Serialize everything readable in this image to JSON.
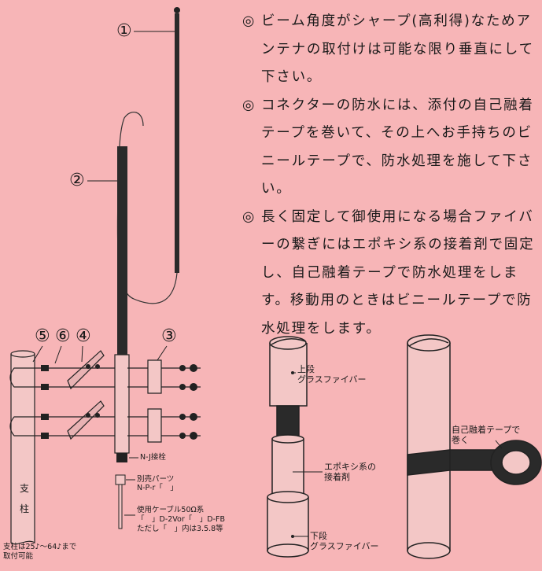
{
  "notes": [
    {
      "marker": "◎",
      "text": "ビーム角度がシャープ(高利得)なためアンテナの取付けは可能な限り垂直にして下さい。"
    },
    {
      "marker": "◎",
      "text": "コネクターの防水には、添付の自己融着テープを巻いて、その上へお手持ちのビニールテープで、防水処理を施して下さい。"
    },
    {
      "marker": "◎",
      "text": "長く固定して御使用になる場合ファイバーの繋ぎにはエポキシ系の接着剤で固定し、自己融着テープで防水処理をします。移動用のときはビニールテープで防水処理をします。"
    }
  ],
  "callouts": {
    "n1": "①",
    "n2": "②",
    "n3": "③",
    "n4": "④",
    "n5": "⑤",
    "n6": "⑥"
  },
  "antenna_labels": {
    "nj": "N-J接栓",
    "parts1": "別売パーツ",
    "parts2": "N-P-r「　」",
    "cable1": "使用ケーブル50Ω系",
    "cable2": "「　」D-2Vor「　」D-FB",
    "cable3": "ただし「　」内は3.5.8等",
    "mast": "支柱",
    "mast_note1": "支柱は25♪～64♪まで",
    "mast_note2": "取付可能"
  },
  "joint_labels": {
    "upper1": "上段",
    "upper2": "グラスファイバー",
    "epoxy1": "エポキシ系の",
    "epoxy2": "接着剤",
    "lower1": "下段",
    "lower2": "グラスファイバー",
    "tape1": "自己融着テープで",
    "tape2": "巻く"
  }
}
